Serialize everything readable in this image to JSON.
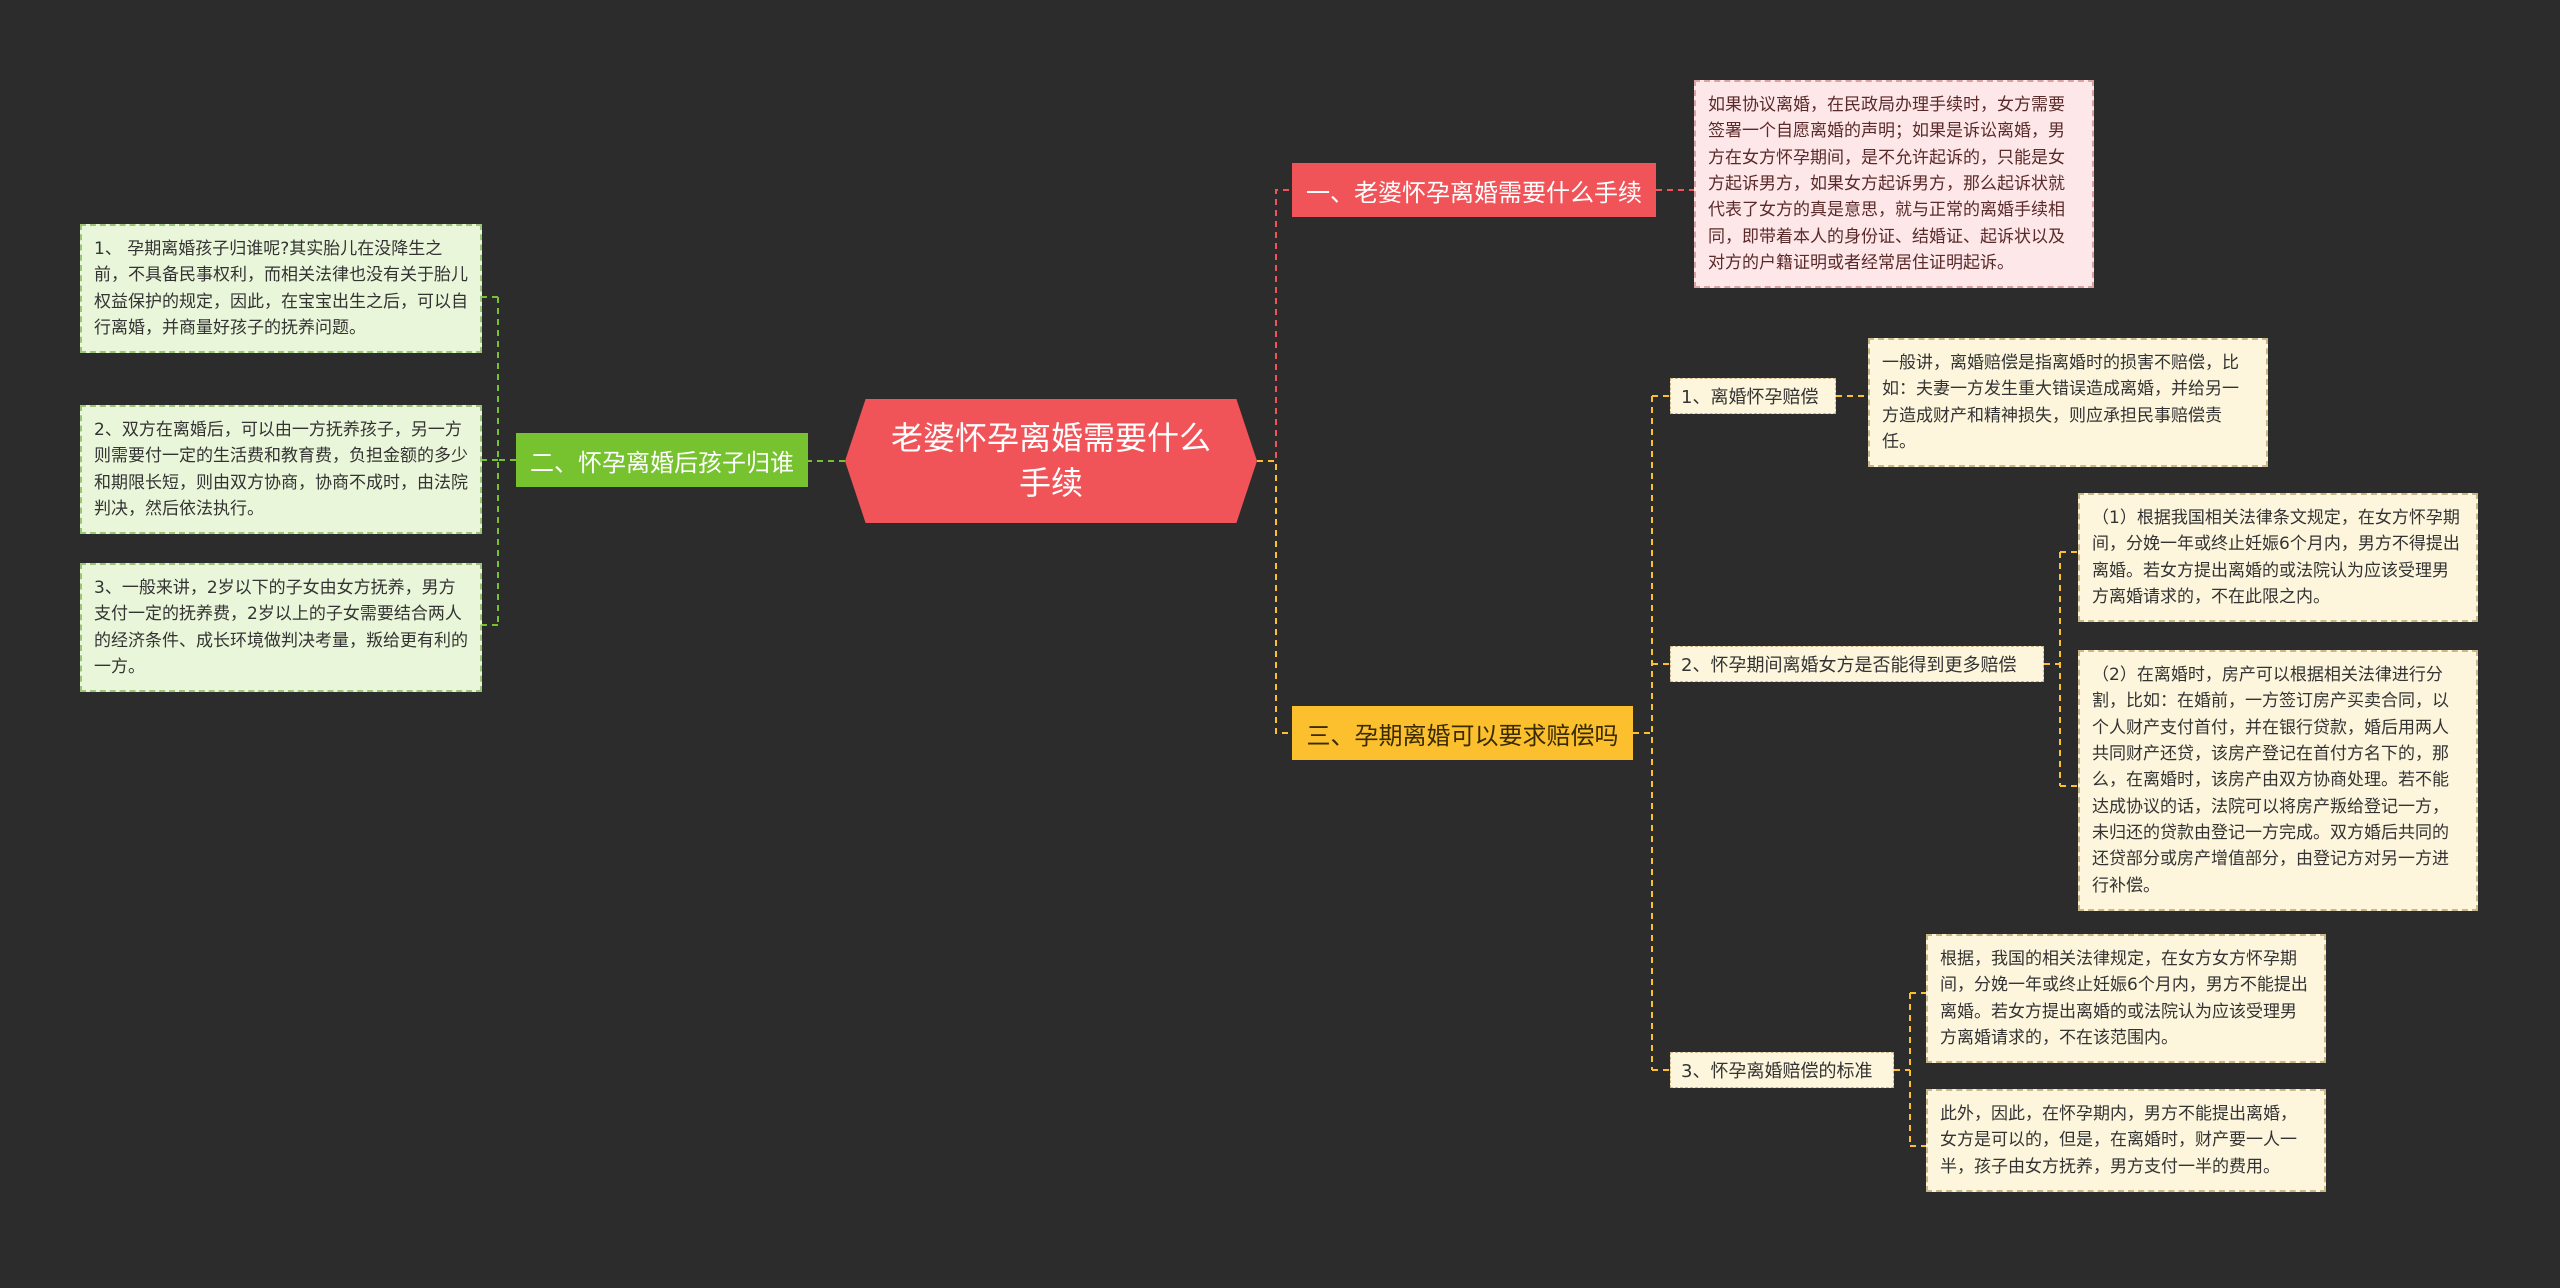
{
  "root": {
    "title": "老婆怀孕离婚需要什么手续"
  },
  "branches": {
    "b1": {
      "label": "一、老婆怀孕离婚需要什么手续",
      "color": "#f05459"
    },
    "b2": {
      "label": "二、怀孕离婚后孩子归谁",
      "color": "#76c22f"
    },
    "b3": {
      "label": "三、孕期离婚可以要求赔偿吗",
      "color": "#fcc02f"
    }
  },
  "subtopics": {
    "s1": "1、离婚怀孕赔偿",
    "s2": "2、怀孕期间离婚女方是否能得到更多赔偿",
    "s3": "3、怀孕离婚赔偿的标准"
  },
  "leaves": {
    "l1": "如果协议离婚，在民政局办理手续时，女方需要签署一个自愿离婚的声明；如果是诉讼离婚，男方在女方怀孕期间，是不允许起诉的，只能是女方起诉男方，如果女方起诉男方，那么起诉状就代表了女方的真是意思，就与正常的离婚手续相同，即带着本人的身份证、结婚证、起诉状以及对方的户籍证明或者经常居住证明起诉。",
    "g1": "1、 孕期离婚孩子归谁呢?其实胎儿在没降生之前，不具备民事权利，而相关法律也没有关于胎儿权益保护的规定，因此，在宝宝出生之后，可以自行离婚，并商量好孩子的抚养问题。",
    "g2": "2、双方在离婚后，可以由一方抚养孩子，另一方则需要付一定的生活费和教育费，负担金额的多少和期限长短，则由双方协商，协商不成时，由法院判决，然后依法执行。",
    "g3": "3、一般来讲，2岁以下的子女由女方抚养，男方支付一定的抚养费，2岁以上的子女需要结合两人的经济条件、成长环境做判决考量，叛给更有利的一方。",
    "y1": "一般讲，离婚赔偿是指离婚时的损害不赔偿，比如：夫妻一方发生重大错误造成离婚，并给另一方造成财产和精神损失，则应承担民事赔偿责任。",
    "y2": "（1）根据我国相关法律条文规定，在女方怀孕期间，分娩一年或终止妊娠6个月内，男方不得提出离婚。若女方提出离婚的或法院认为应该受理男方离婚请求的，不在此限之内。",
    "y3": "（2）在离婚时，房产可以根据相关法律进行分割，比如：在婚前，一方签订房产买卖合同，以个人财产支付首付，并在银行贷款，婚后用两人共同财产还贷，该房产登记在首付方名下的，那么，在离婚时，该房产由双方协商处理。若不能达成协议的话，法院可以将房产叛给登记一方，未归还的贷款由登记一方完成。双方婚后共同的还贷部分或房产增值部分，由登记方对另一方进行补偿。",
    "y4": "根据，我国的相关法律规定，在女方女方怀孕期间，分娩一年或终止妊娠6个月内，男方不能提出离婚。若女方提出离婚的或法院认为应该受理男方离婚请求的，不在该范围内。",
    "y5": "此外，因此，在怀孕期内，男方不能提出离婚，女方是可以的，但是，在离婚时，财产要一人一半，孩子由女方抚养，男方支付一半的费用。"
  },
  "colors": {
    "background": "#2c2c2c",
    "red": "#f05459",
    "green": "#76c22f",
    "yellow": "#fcc02f",
    "pink_fill": "#fde7e8",
    "green_fill": "#eaf6da",
    "yellow_fill": "#fdf6dd"
  }
}
